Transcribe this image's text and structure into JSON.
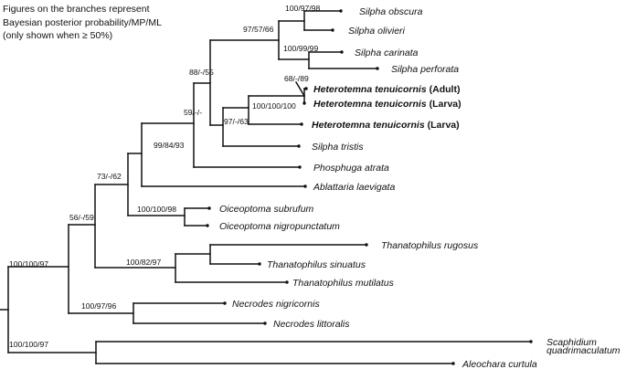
{
  "caption": {
    "lines": [
      "Figures on the branches represent",
      "Bayesian posterior probability/MP/ML",
      "(only shown when ≥ 50%)"
    ]
  },
  "tree": {
    "taxa": [
      {
        "id": "silpha-obscura",
        "name": "Silpha obscura",
        "bold": false
      },
      {
        "id": "silpha-olivieri",
        "name": "Silpha olivieri",
        "bold": false
      },
      {
        "id": "silpha-carinata",
        "name": "Silpha carinata",
        "bold": false
      },
      {
        "id": "silpha-perforata",
        "name": "Silpha perforata",
        "bold": false
      },
      {
        "id": "heterotemna-adult",
        "name": "Heterotemna tenuicornis",
        "suffix": " (Adult)",
        "bold": true
      },
      {
        "id": "heterotemna-larva-1",
        "name": "Heterotemna tenuicornis",
        "suffix": " (Larva)",
        "bold": true
      },
      {
        "id": "heterotemna-larva-2",
        "name": "Heterotemna tenuicornis",
        "suffix": " (Larva)",
        "bold": true
      },
      {
        "id": "silpha-tristis",
        "name": "Silpha tristis",
        "bold": false
      },
      {
        "id": "phosphuga-atrata",
        "name": "Phosphuga atrata",
        "bold": false
      },
      {
        "id": "ablattaria-laevigata",
        "name": "Ablattaria laevigata",
        "bold": false
      },
      {
        "id": "oiceoptoma-subrufum",
        "name": "Oiceoptoma subrufum",
        "bold": false
      },
      {
        "id": "oiceoptoma-nigropunctatum",
        "name": "Oiceoptoma nigropunctatum",
        "bold": false
      },
      {
        "id": "thanatophilus-rugosus",
        "name": "Thanatophilus rugosus",
        "bold": false
      },
      {
        "id": "thanatophilus-sinuatus",
        "name": "Thanatophilus sinuatus",
        "bold": false
      },
      {
        "id": "thanatophilus-mutilatus",
        "name": "Thanatophilus mutilatus",
        "bold": false
      },
      {
        "id": "necrodes-nigricornis",
        "name": "Necrodes nigricornis",
        "bold": false
      },
      {
        "id": "necrodes-littoralis",
        "name": "Necrodes littoralis",
        "bold": false
      },
      {
        "id": "scaphidium",
        "name": "Scaphidium",
        "name2": "quadrimaculatum",
        "bold": false
      },
      {
        "id": "aleochara-curtula",
        "name": "Aleochara curtula",
        "bold": false
      }
    ],
    "support_values": [
      "100/97/98",
      "100/99/99",
      "97/57/66",
      "68/-/89",
      "100/100/100",
      "97/-/63",
      "88/-/55",
      "59/-/-",
      "99/84/93",
      "100/100/98",
      "73/-/62",
      "100/82/97",
      "56/-/59",
      "100/97/96",
      "100/100/97",
      "100/100/97"
    ]
  }
}
